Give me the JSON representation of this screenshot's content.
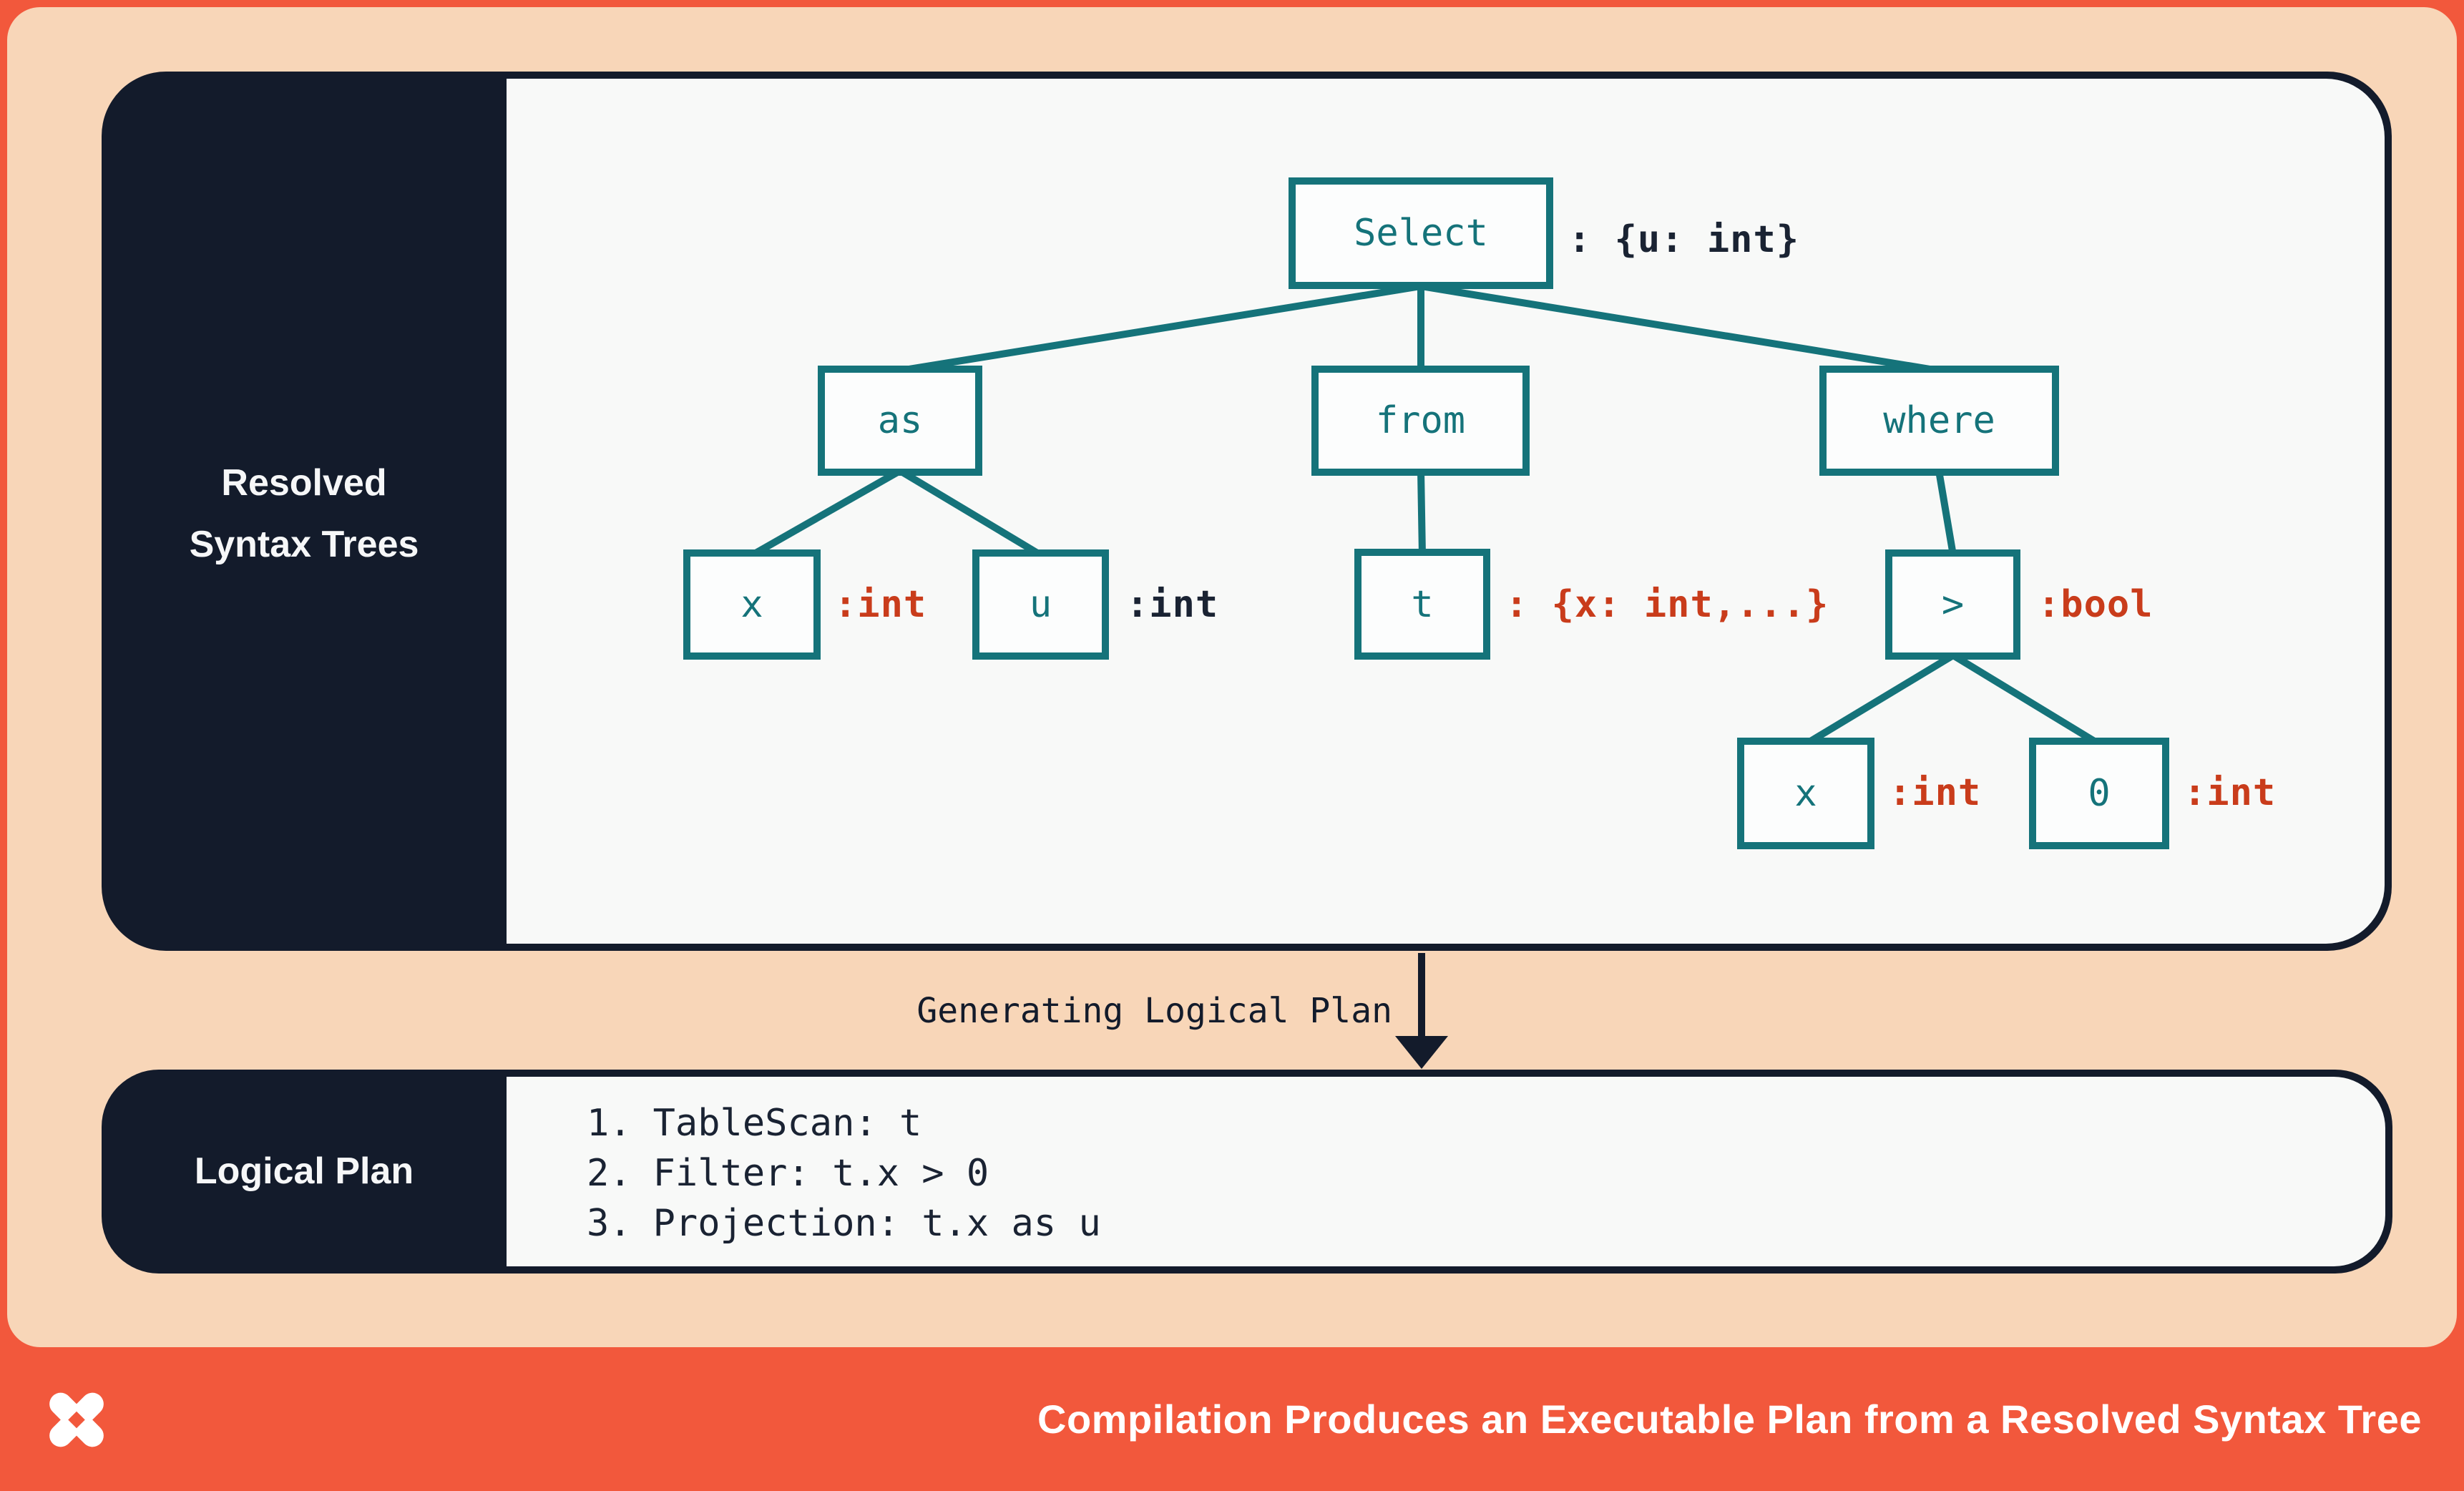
{
  "colors": {
    "frame_orange": "#F2583C",
    "background_peach": "#F8D6B8",
    "panel_navy": "#131B2B",
    "content_white": "#F8F9F8",
    "node_teal": "#15737A",
    "type_annotation_red": "#C93C1B",
    "type_annotation_navy": "#1A2333",
    "footer_text_white": "#FFFFFF"
  },
  "resolved_panel": {
    "label_line1": "Resolved",
    "label_line2": "Syntax Trees",
    "tree": {
      "select": {
        "label": "Select",
        "type": ": {u: int}",
        "type_color": "navy"
      },
      "as": {
        "label": "as"
      },
      "from": {
        "label": "from"
      },
      "where": {
        "label": "where"
      },
      "x_as": {
        "label": "x",
        "type": ":int",
        "type_color": "red"
      },
      "u_as": {
        "label": "u",
        "type": ":int",
        "type_color": "navy"
      },
      "t_from": {
        "label": "t",
        "type": ": {x: int,...}",
        "type_color": "red"
      },
      "gt_where": {
        "label": ">",
        "type": ":bool",
        "type_color": "red"
      },
      "x_gt": {
        "label": "x",
        "type": ":int",
        "type_color": "red"
      },
      "zero_gt": {
        "label": "0",
        "type": ":int",
        "type_color": "red"
      }
    }
  },
  "transition": {
    "label": "Generating Logical Plan"
  },
  "logical_panel": {
    "label": "Logical Plan",
    "steps": [
      {
        "num": "1.",
        "text": "TableScan: t"
      },
      {
        "num": "2.",
        "text": "Filter: t.x > 0"
      },
      {
        "num": "3.",
        "text": "Projection: t.x as u"
      }
    ]
  },
  "footer": {
    "caption": "Compilation Produces an Executable Plan from a Resolved Syntax Tree",
    "logo": "four-point-pinwheel-x-logo"
  }
}
